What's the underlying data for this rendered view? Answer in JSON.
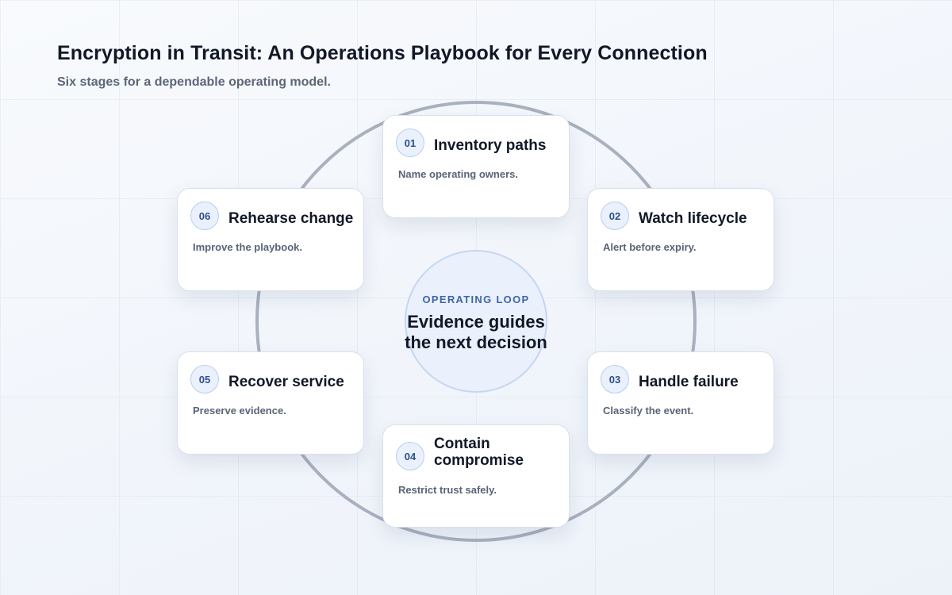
{
  "header": {
    "title": "Encryption in Transit: An Operations Playbook for Every Connection",
    "subtitle": "Six stages for a dependable operating model."
  },
  "center": {
    "kicker": "OPERATING LOOP",
    "title": "Evidence guides the next decision"
  },
  "stages": [
    {
      "number": "01",
      "title": "Inventory paths",
      "description": "Name operating owners."
    },
    {
      "number": "02",
      "title": "Watch lifecycle",
      "description": "Alert before expiry."
    },
    {
      "number": "03",
      "title": "Handle failure",
      "description": "Classify the event."
    },
    {
      "number": "04",
      "title": "Contain compromise",
      "description": "Restrict trust safely."
    },
    {
      "number": "05",
      "title": "Recover service",
      "description": "Preserve evidence."
    },
    {
      "number": "06",
      "title": "Rehearse change",
      "description": "Improve the playbook."
    }
  ],
  "colors": {
    "ring": "#a9b1bf",
    "accent": "#3f64a8",
    "badge_fill": "#eaf1fd",
    "card_border": "#d9e1ec"
  }
}
